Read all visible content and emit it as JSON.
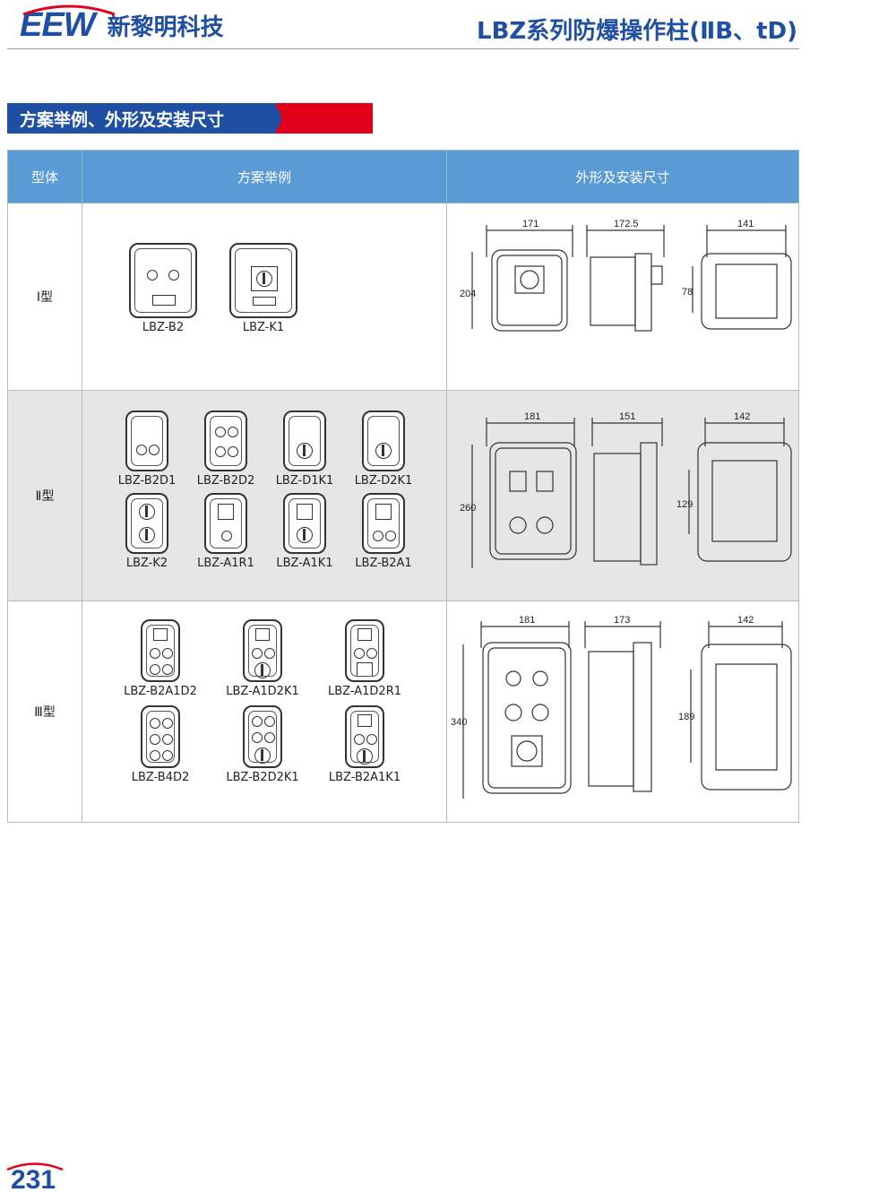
{
  "header": {
    "logo_text": "EEW",
    "company": "新黎明科技",
    "doc_title": "LBZ系列防爆操作柱(ⅡB、tD)"
  },
  "section_title": "方案举例、外形及安装尺寸",
  "table": {
    "headers": [
      "型体",
      "方案举例",
      "外形及安装尺寸"
    ],
    "rows": [
      {
        "type": "Ⅰ型",
        "plans": [
          "LBZ-B2",
          "LBZ-K1"
        ],
        "dims": {
          "front_width": "171",
          "side_depth": "172.5",
          "back_width": "141",
          "height": "204",
          "mount": "78"
        }
      },
      {
        "type": "Ⅱ型",
        "plans": [
          "LBZ-B2D1",
          "LBZ-B2D2",
          "LBZ-D1K1",
          "LBZ-D2K1",
          "LBZ-K2",
          "LBZ-A1R1",
          "LBZ-A1K1",
          "LBZ-B2A1"
        ],
        "dims": {
          "front_width": "181",
          "side_depth": "151",
          "back_width": "142",
          "height": "260",
          "mount": "129"
        }
      },
      {
        "type": "Ⅲ型",
        "plans": [
          "LBZ-B2A1D2",
          "LBZ-A1D2K1",
          "LBZ-A1D2R1",
          "LBZ-B4D2",
          "LBZ-B2D2K1",
          "LBZ-B2A1K1"
        ],
        "dims": {
          "front_width": "181",
          "side_depth": "173",
          "back_width": "142",
          "height": "340",
          "mount": "189"
        }
      }
    ]
  },
  "page_number": "231"
}
